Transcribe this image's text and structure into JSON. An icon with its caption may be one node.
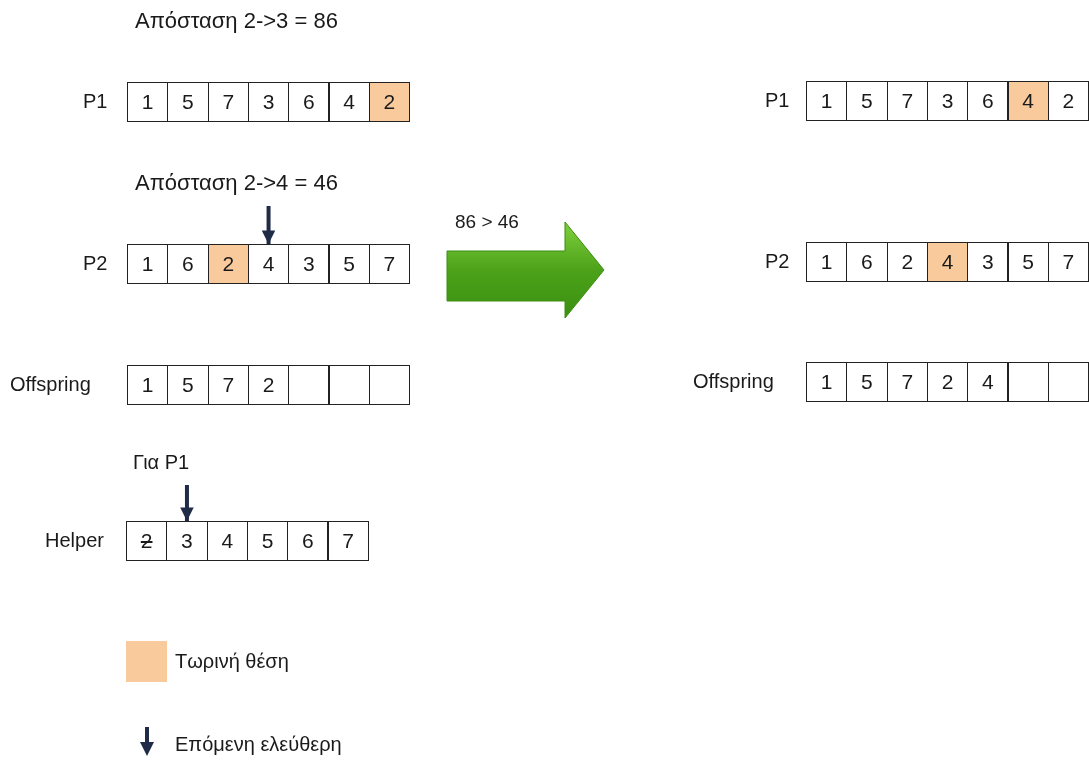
{
  "diagram": {
    "nodes": [
      {
        "text": [
          "1"
        ]
      },
      {
        "text": [
          "5"
        ]
      },
      {
        "text": [
          "7"
        ]
      },
      {
        "text": [
          "3"
        ]
      },
      {
        "text": [
          "6"
        ]
      },
      {
        "text": [
          "4"
        ]
      },
      {
        "text": [
          "2"
        ]
      },
      {
        "text": [
          "1"
        ]
      },
      {
        "text": [
          "5"
        ]
      },
      {
        "text": [
          "7"
        ]
      },
      {
        "text": [
          "3"
        ]
      },
      {
        "text": [
          "6"
        ]
      },
      {
        "text": [
          "4"
        ]
      },
      {
        "text": [
          "2"
        ]
      },
      {
        "text": [
          "1"
        ]
      },
      {
        "text": [
          "6"
        ]
      },
      {
        "text": [
          "2"
        ]
      },
      {
        "text": [
          "4"
        ]
      },
      {
        "text": [
          "3"
        ]
      },
      {
        "text": [
          "5"
        ]
      },
      {
        "text": [
          "7"
        ]
      },
      {
        "text": [
          "1"
        ]
      },
      {
        "text": [
          "6"
        ]
      },
      {
        "text": [
          "2"
        ]
      },
      {
        "text": [
          "4"
        ]
      },
      {
        "text": [
          "3"
        ]
      },
      {
        "text": [
          "5"
        ]
      },
      {
        "text": [
          "7"
        ]
      },
      {
        "text": [
          "1"
        ]
      },
      {
        "text": [
          "5"
        ]
      },
      {
        "text": [
          "7"
        ]
      },
      {
        "text": [
          "2"
        ]
      },
      {
        "text": [],
        "shape": "box"
      },
      {
        "text": [],
        "shape": "box"
      },
      {
        "text": [],
        "shape": "box"
      },
      {
        "text": [
          "1"
        ]
      },
      {
        "text": [
          "5"
        ]
      },
      {
        "text": [
          "7"
        ]
      },
      {
        "text": [
          "2"
        ]
      },
      {
        "text": [
          "4"
        ]
      },
      {
        "text": [],
        "shape": "box"
      },
      {
        "text": [],
        "shape": "box"
      },
      {
        "text": [
          "2"
        ]
      },
      {
        "text": [
          "3"
        ]
      },
      {
        "text": [
          "4"
        ]
      },
      {
        "text": [
          "5"
        ]
      },
      {
        "text": [
          "6"
        ]
      },
      {
        "text": [
          "7"
        ]
      }
    ],
    "edges": [
      {
        "from": null,
        "to": 17,
        "arrow": "to"
      },
      {
        "from": null,
        "to": 43,
        "arrow": "to"
      }
    ],
    "labels": [
      "Απόσταση 2->3 = 86",
      "P1",
      "P1",
      "Απόσταση 2->4 = 46",
      "86 > 46",
      "P2",
      "P2",
      "Offspring",
      "Offspring",
      "Για P1",
      "Helper"
    ],
    "legend": [
      {
        "text": "Τωρινή θέση",
        "color": "#f9cb9c"
      },
      {
        "text": "Επόμενη ελεύθερη"
      }
    ]
  }
}
